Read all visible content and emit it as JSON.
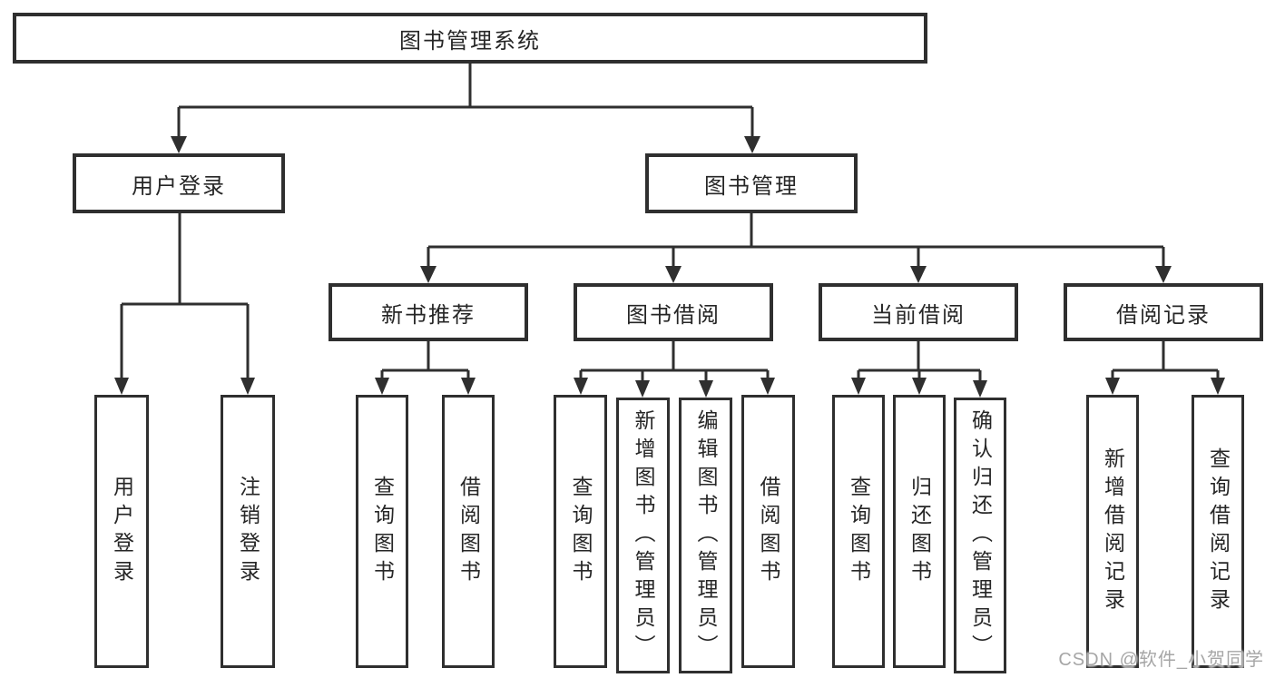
{
  "tree": {
    "root": {
      "label": "图书管理系统"
    },
    "children": [
      {
        "label": "用户登录",
        "children": [
          {
            "label": "用户登录"
          },
          {
            "label": "注销登录"
          }
        ]
      },
      {
        "label": "图书管理",
        "children": [
          {
            "label": "新书推荐",
            "children": [
              {
                "label": "查询图书"
              },
              {
                "label": "借阅图书"
              }
            ]
          },
          {
            "label": "图书借阅",
            "children": [
              {
                "label": "查询图书"
              },
              {
                "label": "新增图书（管理员）"
              },
              {
                "label": "编辑图书（管理员）"
              },
              {
                "label": "借阅图书"
              }
            ]
          },
          {
            "label": "当前借阅",
            "children": [
              {
                "label": "查询图书"
              },
              {
                "label": "归还图书"
              },
              {
                "label": "确认归还（管理员）"
              }
            ]
          },
          {
            "label": "借阅记录",
            "children": [
              {
                "label": "新增借阅记录"
              },
              {
                "label": "查询借阅记录"
              }
            ]
          }
        ]
      }
    ]
  },
  "watermark": {
    "text": "CSDN @软件_小贺同学",
    "color": "#a6a6a6"
  },
  "colors": {
    "line": "#2f2f2f",
    "box_border": "#2f2f2f",
    "background": "#ffffff",
    "text": "#262626"
  }
}
